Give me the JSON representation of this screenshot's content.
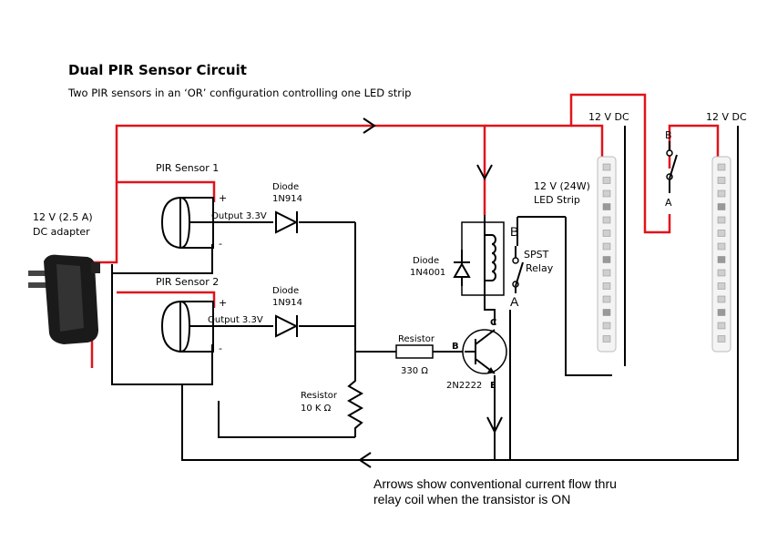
{
  "title": "Dual PIR Sensor Circuit",
  "subtitle": "Two PIR sensors in an ‘OR’ configuration controlling one LED strip",
  "adapter": {
    "line1": "12 V (2.5 A)",
    "line2": "DC adapter"
  },
  "pir1": {
    "label": "PIR Sensor 1",
    "plus": "+",
    "minus": "-",
    "output": "Output 3.3V"
  },
  "pir2": {
    "label": "PIR Sensor 2",
    "plus": "+",
    "minus": "-",
    "output": "Output 3.3V"
  },
  "diode1": {
    "line1": "Diode",
    "line2": "1N914"
  },
  "diode2": {
    "line1": "Diode",
    "line2": "1N914"
  },
  "diode3": {
    "line1": "Diode",
    "line2": "1N4001"
  },
  "resistor_base": {
    "line1": "Resistor",
    "line2": "330 Ω"
  },
  "resistor_pd": {
    "line1": "Resistor",
    "line2": "10 K Ω"
  },
  "transistor": {
    "name": "2N2222",
    "b": "B",
    "c": "C",
    "e": "E"
  },
  "relay": {
    "line1": "SPST",
    "line2": "Relay",
    "b": "B",
    "a": "A"
  },
  "led_strip": {
    "line1": "12 V (24W)",
    "line2": "LED Strip",
    "supply1": "12 V DC",
    "supply2": "12 V DC"
  },
  "switch2": {
    "b": "B",
    "a": "A"
  },
  "note": {
    "line1": "Arrows show conventional current flow thru",
    "line2": "relay coil when the transistor is ON"
  },
  "colors": {
    "positive_wire": "#e0141b",
    "wire": "#000000",
    "background": "#ffffff"
  }
}
